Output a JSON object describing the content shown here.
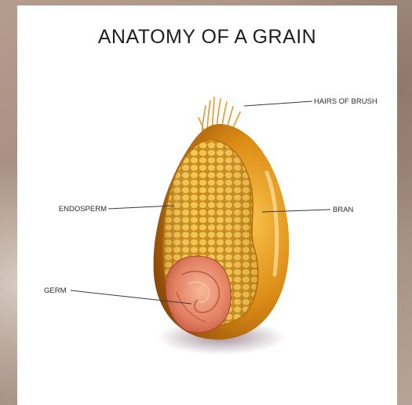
{
  "title": "ANATOMY OF A GRAIN",
  "labels": {
    "hairs": "HAIRS OF BRUSH",
    "endosperm": "ENDOSPERM",
    "bran": "BRAN",
    "germ": "GERM"
  },
  "colors": {
    "bran": "#c8780e",
    "endosperm": "#e7b23a",
    "germ": "#e07a5f",
    "leader_line": "#3a3a3a"
  }
}
